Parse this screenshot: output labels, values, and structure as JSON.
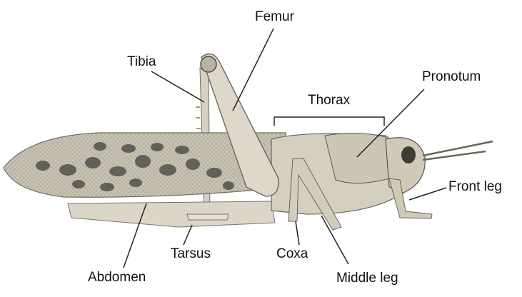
{
  "labels": {
    "femur": "Femur",
    "tibia": "Tibia",
    "thorax": "Thorax",
    "pronotum": "Pronotum",
    "front_leg": "Front leg",
    "tarsus": "Tarsus",
    "coxa": "Coxa",
    "middle_leg": "Middle leg",
    "abdomen": "Abdomen"
  },
  "colors": {
    "wing": "#c9c3b4",
    "wing_spot": "#4a4a44",
    "body": "#d8d3c6",
    "body_shadow": "#8e8a80",
    "leader": "#222222"
  }
}
